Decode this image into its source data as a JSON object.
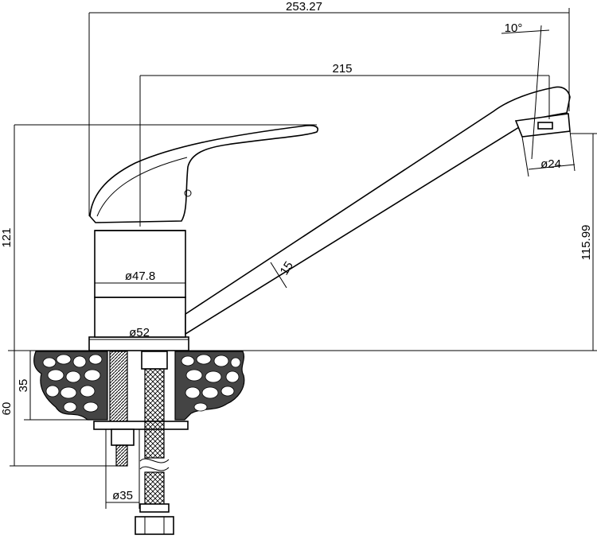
{
  "drawing": {
    "dimensions": {
      "total_length": "253.27",
      "spout_reach": "215",
      "aerator_angle": "10°",
      "aerator_diameter": "ø24",
      "body_diameter_upper": "ø47.8",
      "body_diameter_base": "ø52",
      "spout_tube": "15",
      "total_height": "121",
      "spout_height": "115.99",
      "countertop_height": "35",
      "mount_depth": "60",
      "shank_diameter": "ø35"
    }
  }
}
